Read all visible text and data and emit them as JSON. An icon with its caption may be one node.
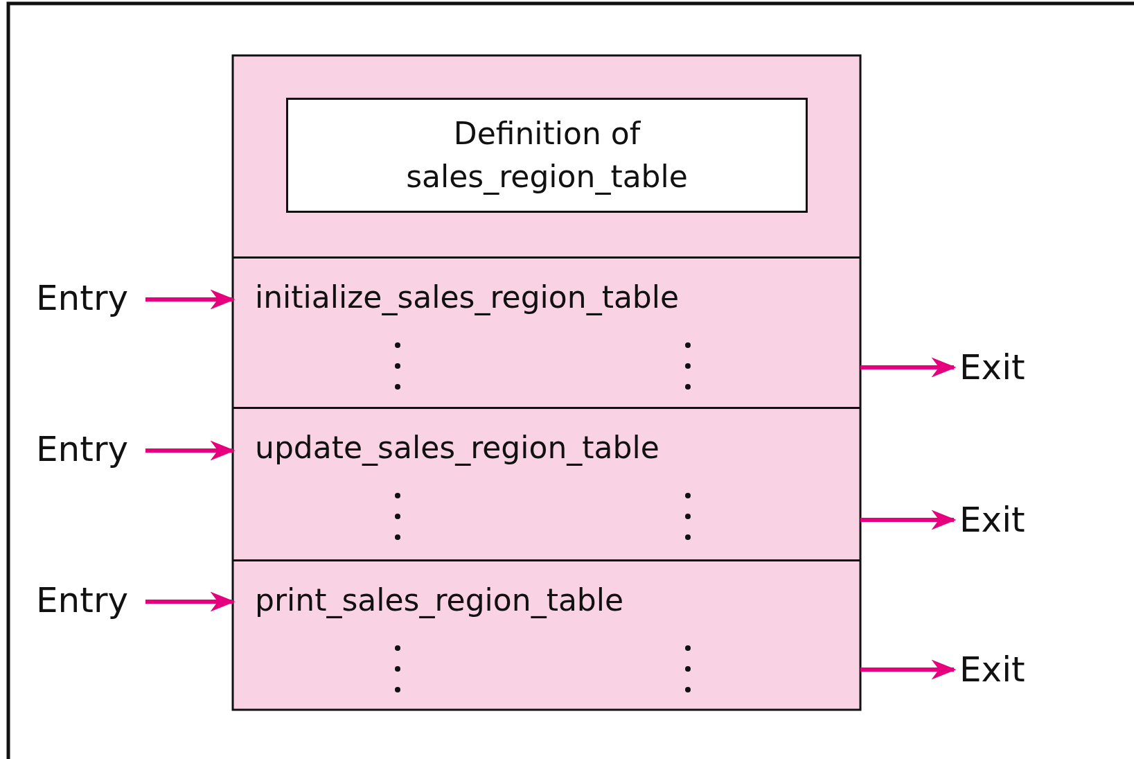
{
  "diagram": {
    "nodes": [
      {
        "text": [
          "Definition of sales_region_table"
        ]
      },
      {
        "text": [
          "Entry"
        ]
      },
      {
        "text": [
          "initialize_sales_region_table"
        ]
      },
      {
        "text": [
          "Exit"
        ]
      },
      {
        "text": [
          "Entry"
        ]
      },
      {
        "text": [
          "update_sales_region_table"
        ]
      },
      {
        "text": [
          "Exit"
        ]
      },
      {
        "text": [
          "Entry"
        ]
      },
      {
        "text": [
          "print_sales_region_table"
        ]
      },
      {
        "text": [
          "Exit"
        ]
      }
    ],
    "edges": [
      {
        "from": 1,
        "to": 2,
        "arrow": "to",
        "color": "#e6007e"
      },
      {
        "from": 2,
        "to": 3,
        "arrow": "to",
        "color": "#e6007e"
      },
      {
        "from": 4,
        "to": 5,
        "arrow": "to",
        "color": "#e6007e"
      },
      {
        "from": 5,
        "to": 6,
        "arrow": "to",
        "color": "#e6007e"
      },
      {
        "from": 7,
        "to": 8,
        "arrow": "to",
        "color": "#e6007e"
      },
      {
        "from": 8,
        "to": 9,
        "arrow": "to",
        "color": "#e6007e"
      }
    ]
  }
}
